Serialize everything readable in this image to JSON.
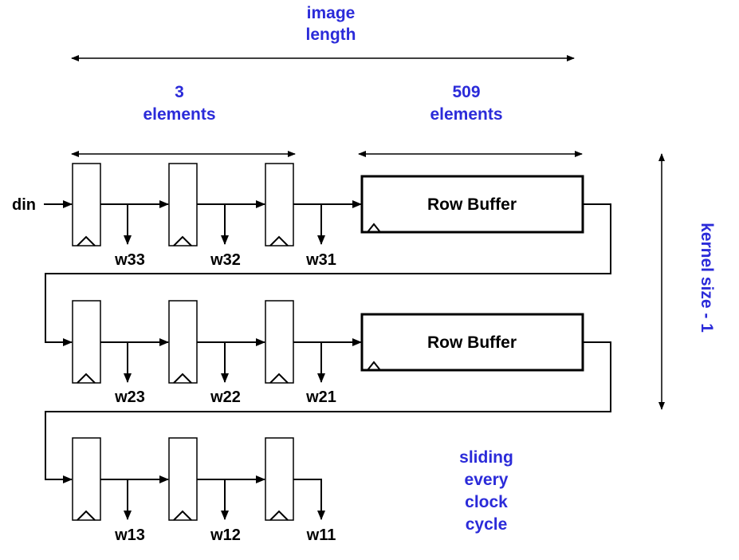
{
  "annotations": {
    "image_length": [
      "image",
      "length"
    ],
    "three_elements": [
      "3",
      "elements"
    ],
    "five09_elements": [
      "509",
      "elements"
    ],
    "kernel_size": "kernel size - 1",
    "sliding": [
      "sliding",
      "every",
      "clock",
      "cycle"
    ]
  },
  "input_label": "din",
  "row_buffer_label": "Row Buffer",
  "rows": [
    {
      "taps": [
        "w33",
        "w32",
        "w31"
      ],
      "has_row_buffer": true
    },
    {
      "taps": [
        "w23",
        "w22",
        "w21"
      ],
      "has_row_buffer": true
    },
    {
      "taps": [
        "w13",
        "w12",
        "w11"
      ],
      "has_row_buffer": false
    }
  ],
  "colors": {
    "annotation": "#2b2bd9",
    "line": "#000000"
  }
}
